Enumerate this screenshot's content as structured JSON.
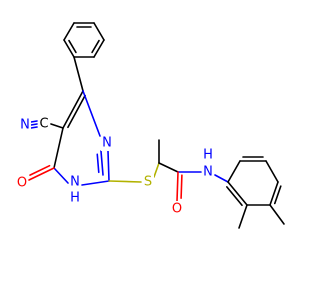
{
  "colors": {
    "carbon": "#000000",
    "nitrogen": "#0000ff",
    "oxygen": "#ff0000",
    "sulfur": "#b2b200",
    "background": "#ffffff"
  },
  "atom_labels": {
    "nitrile_c": "C",
    "nitrile_n": "N",
    "ring_n_top": "N",
    "ring_nh": "N",
    "ring_nh_h": "H",
    "carbonyl_o_left": "O",
    "sulfur": "S",
    "amide_n": "N",
    "amide_h": "H",
    "amide_o": "O"
  }
}
